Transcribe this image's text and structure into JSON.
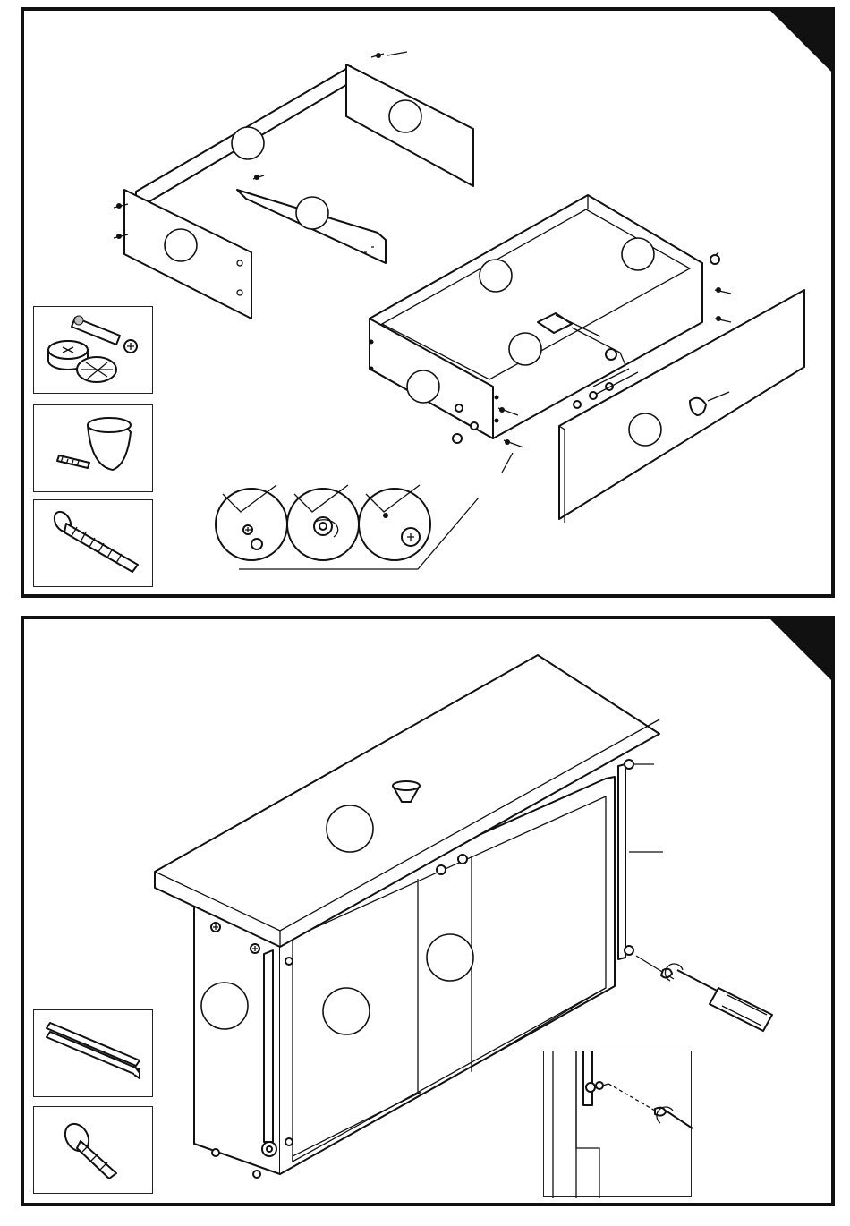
{
  "page": {
    "steps": [
      {
        "id": "step-1",
        "parts": [
          "cam-lock-fittings",
          "knob-with-bolt",
          "wood-screw"
        ]
      },
      {
        "id": "step-2",
        "parts": [
          "drawer-slide-rail",
          "short-screw"
        ]
      }
    ]
  },
  "icons": [
    "cam-lock-icon",
    "knob-icon",
    "wood-screw-icon",
    "drawer-slide-icon",
    "short-screw-icon",
    "screwdriver-icon"
  ],
  "colors": {
    "ink": "#111111",
    "paper": "#ffffff"
  }
}
